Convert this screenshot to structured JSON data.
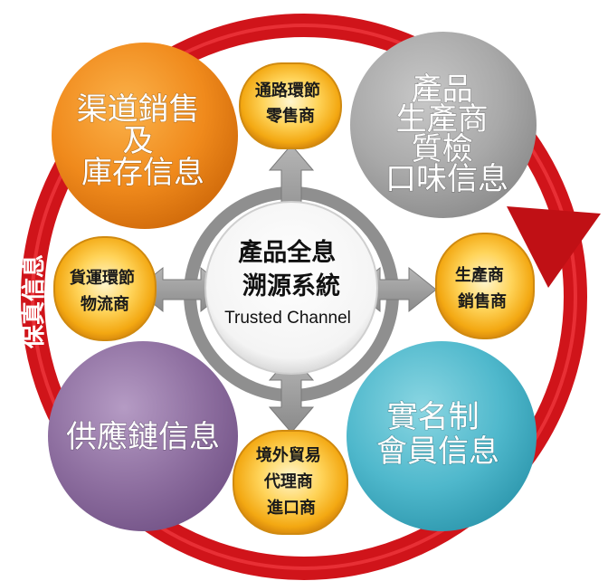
{
  "center": {
    "title_line1": "產品全息",
    "title_line2": "溯源系統",
    "subtitle": "Trusted Channel"
  },
  "ring_label": "保真信息",
  "quadrants": {
    "top_left": [
      "渠道銷售",
      "及",
      "庫存信息"
    ],
    "top_right": [
      "產品",
      "生產商",
      "質檢",
      "口味信息"
    ],
    "bottom_left": [
      "供應鏈信息"
    ],
    "bottom_right": [
      "實名制",
      "會員信息"
    ]
  },
  "nodes": {
    "top": [
      "通路環節",
      "零售商"
    ],
    "left": [
      "貨運環節",
      "物流商"
    ],
    "right": [
      "生產商",
      "銷售商"
    ],
    "bottom": [
      "境外貿易",
      "代理商",
      "進口商"
    ]
  },
  "colors": {
    "ring": "#d0141a",
    "top_left": "#f08a1c",
    "top_right": "#a9a9a9",
    "bottom_left": "#8e6fa0",
    "bottom_right": "#4fb8cc",
    "node_gold": "#f3b21c",
    "arrow_gray": "#9a9a9a"
  }
}
